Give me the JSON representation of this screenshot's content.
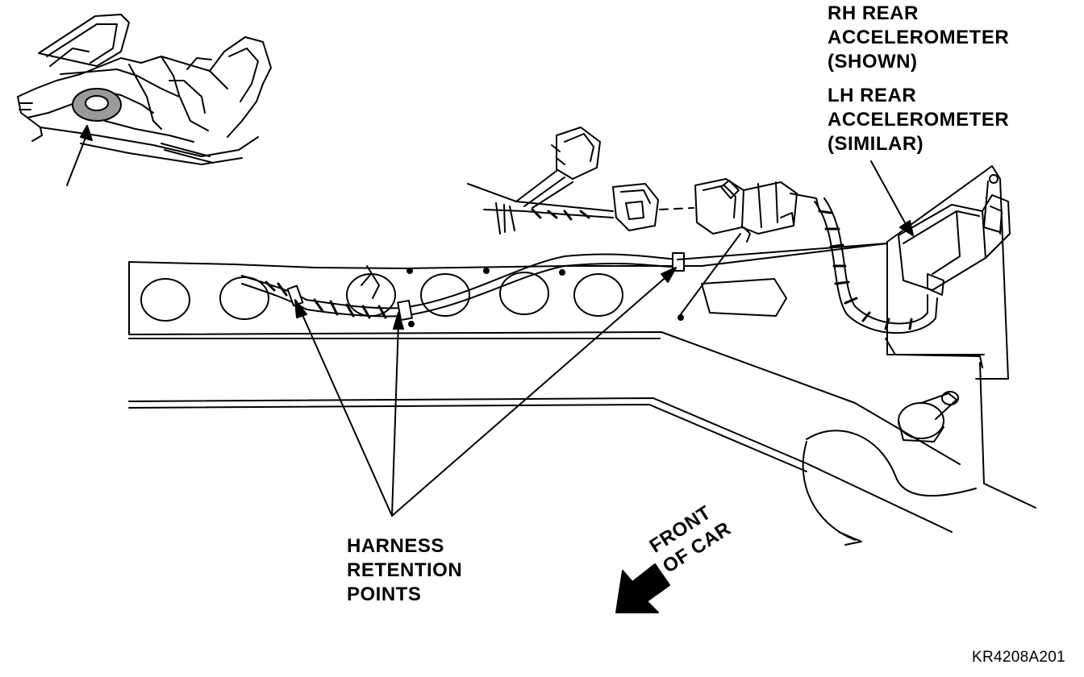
{
  "labels": {
    "rh_accel": [
      "RH REAR",
      "ACCELEROMETER",
      "(SHOWN)"
    ],
    "lh_accel": [
      "LH REAR",
      "ACCELEROMETER",
      "(SIMILAR)"
    ],
    "harness": [
      "HARNESS",
      "RETENTION",
      "POINTS"
    ],
    "front": [
      "FRONT",
      "OF CAR"
    ],
    "figure_code": "KR4208A201"
  },
  "colors": {
    "ink": "#000000",
    "paper": "#ffffff",
    "shade": "#9a9a9a"
  }
}
